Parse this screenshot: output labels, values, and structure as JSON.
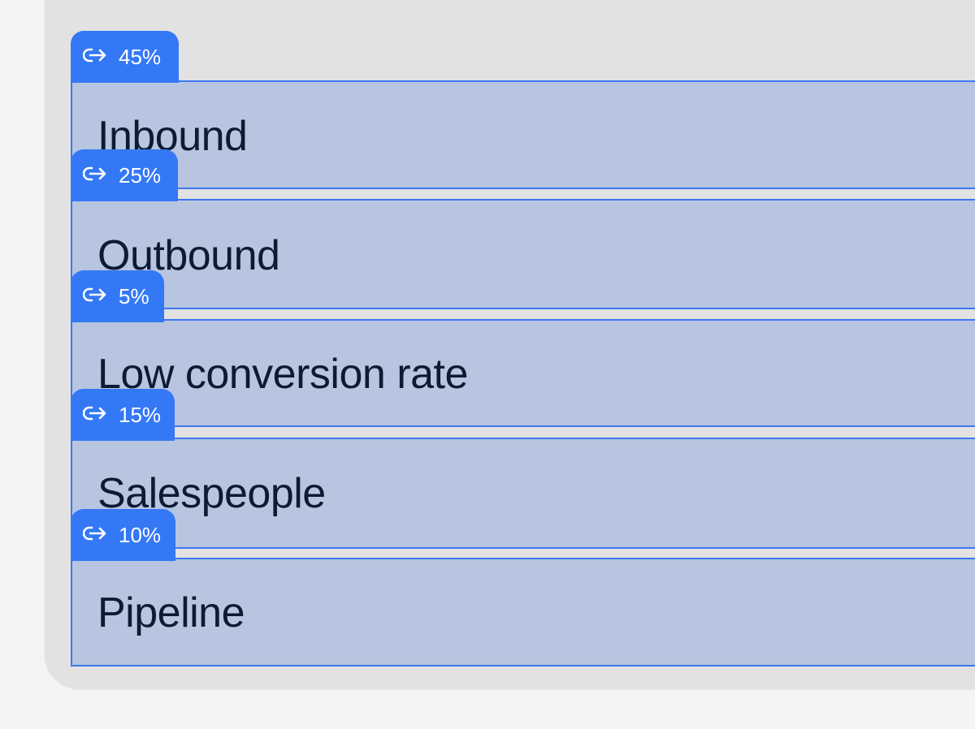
{
  "colors": {
    "accent": "#3478f6",
    "row_fill": "#b7c5e0",
    "row_border": "#3d77f0",
    "text": "#0d1a33",
    "panel": "#e2e2e2",
    "background": "#f4f4f4"
  },
  "items": [
    {
      "label": "Inbound",
      "share": "45%",
      "icon": "link-arrow-icon"
    },
    {
      "label": "Outbound",
      "share": "25%",
      "icon": "link-arrow-icon"
    },
    {
      "label": "Low conversion rate",
      "share": "5%",
      "icon": "link-arrow-icon"
    },
    {
      "label": "Salespeople",
      "share": "15%",
      "icon": "link-arrow-icon"
    },
    {
      "label": "Pipeline",
      "share": "10%",
      "icon": "link-arrow-icon"
    }
  ]
}
